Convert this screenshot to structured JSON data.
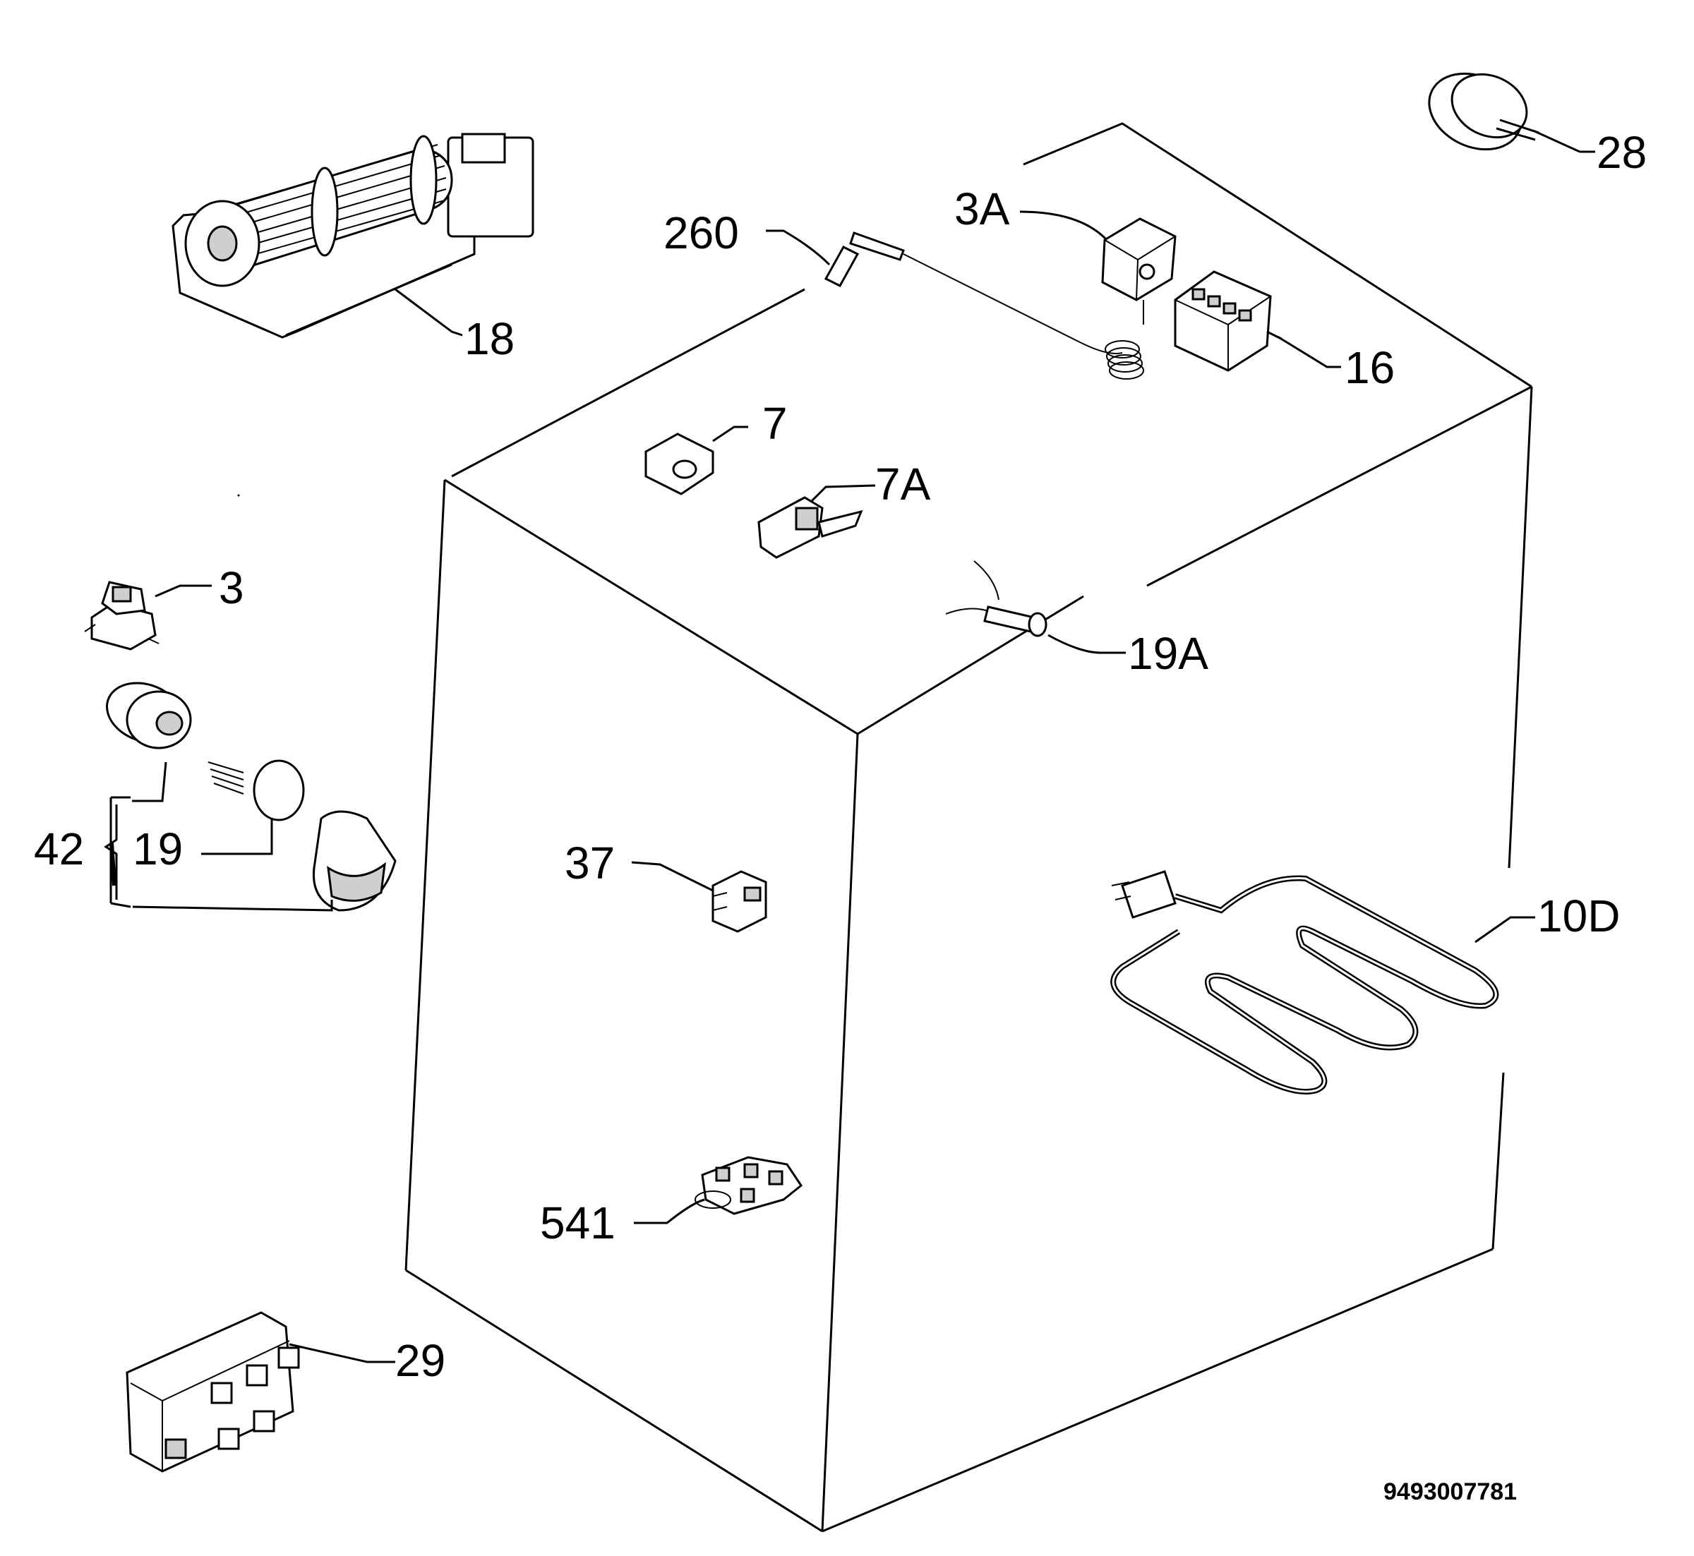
{
  "labels": {
    "p28": "28",
    "p3a": "3A",
    "p260": "260",
    "p18": "18",
    "p16": "16",
    "p7": "7",
    "p7a": "7A",
    "p3": "3",
    "p19a": "19A",
    "p42": "42",
    "p19": "19",
    "p37": "37",
    "p10d": "10D",
    "p541": "541",
    "p29": "29"
  },
  "doc_number": "9493007781"
}
